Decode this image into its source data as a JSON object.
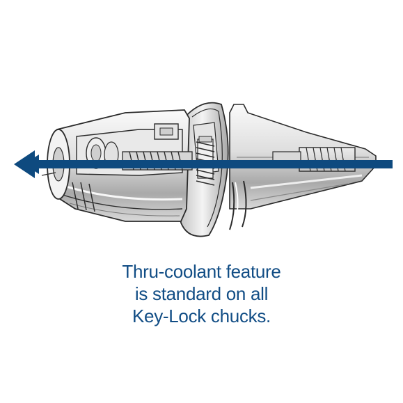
{
  "figure": {
    "caption_lines": [
      "Thru-coolant feature",
      "is standard on all",
      "Key-Lock chucks."
    ]
  },
  "colors": {
    "coolant_arrow": "#0e4a7f",
    "caption_text": "#114d85",
    "outline": "#2b2b2b",
    "metal_light": "#f2f2f2",
    "metal_mid": "#c9c9c9",
    "metal_dark": "#8e8e8e"
  },
  "icons": {
    "flow_arrow": "arrow-left-icon"
  }
}
